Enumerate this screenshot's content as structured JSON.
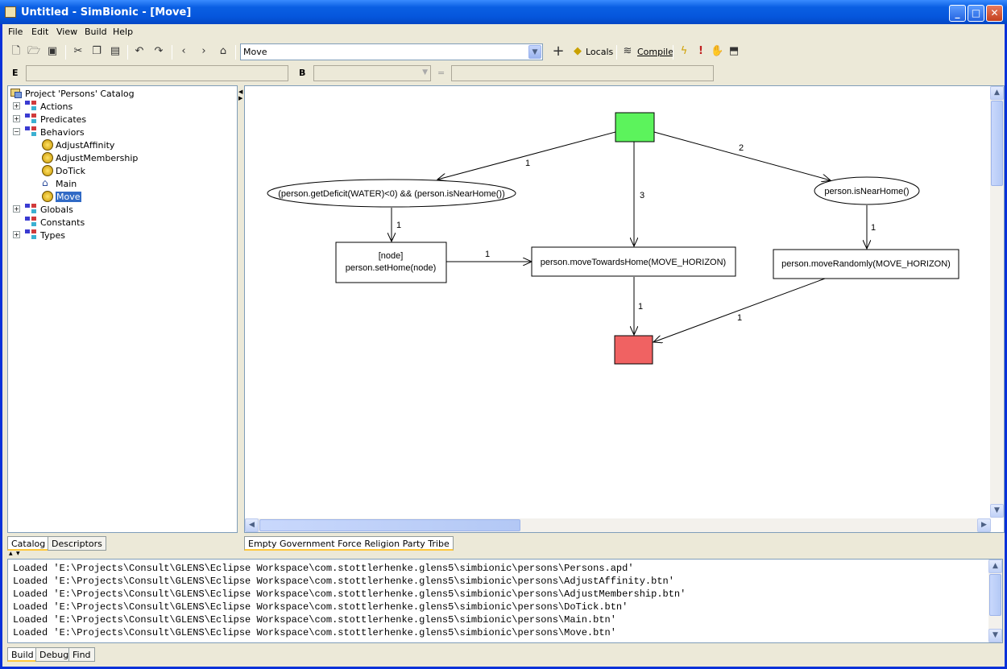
{
  "window": {
    "title": "Untitled - SimBionic - [Move]"
  },
  "menu": [
    "File",
    "Edit",
    "View",
    "Build",
    "Help"
  ],
  "toolbar": {
    "behavior_select": "Move",
    "locals_label": "Locals",
    "compile_label": "Compile",
    "icons": [
      "new-icon",
      "open-icon",
      "save-icon",
      "cut-icon",
      "copy-icon",
      "paste-icon",
      "undo-icon",
      "redo-icon",
      "back-icon",
      "forward-icon",
      "home-icon",
      "add-icon",
      "locals-icon",
      "compile-icon",
      "lightning-icon",
      "exclamation-icon",
      "hand-icon",
      "canvas-icon"
    ]
  },
  "exprbar": {
    "e_label": "E",
    "b_label": "B",
    "eq_label": "="
  },
  "catalog": {
    "root": "Project 'Persons' Catalog",
    "items": [
      {
        "label": "Actions",
        "expander": "+"
      },
      {
        "label": "Predicates",
        "expander": "+"
      },
      {
        "label": "Behaviors",
        "expander": "−"
      },
      {
        "label": "AdjustAffinity"
      },
      {
        "label": "AdjustMembership"
      },
      {
        "label": "DoTick"
      },
      {
        "label": "Main"
      },
      {
        "label": "Move",
        "selected": true
      },
      {
        "label": "Globals",
        "expander": "+"
      },
      {
        "label": "Constants"
      },
      {
        "label": "Types",
        "expander": "+"
      }
    ]
  },
  "left_tabs": [
    "Catalog",
    "Descriptors"
  ],
  "graph": {
    "nodes": {
      "cond1": "(person.getDeficit(WATER)<0) && (person.isNearHome())",
      "cond2": "person.isNearHome()",
      "action1_line1": "[node]",
      "action1_line2": "person.setHome(node)",
      "action2": "person.moveTowardsHome(MOVE_HORIZON)",
      "action3": "person.moveRandomly(MOVE_HORIZON)"
    },
    "edge_labels": {
      "start_cond1": "1",
      "start_cond2": "2",
      "start_action2": "3",
      "cond1_action1": "1",
      "action1_action2": "1",
      "cond2_action3": "1",
      "action2_end": "1",
      "action3_end": "1"
    },
    "colors": {
      "start": "#5cf35c",
      "end": "#f06262"
    }
  },
  "canvas_tab": "Empty Government Force Religion Party Tribe",
  "log": [
    "Loaded 'E:\\Projects\\Consult\\GLENS\\Eclipse Workspace\\com.stottlerhenke.glens5\\simbionic\\persons\\Persons.apd'",
    "Loaded 'E:\\Projects\\Consult\\GLENS\\Eclipse Workspace\\com.stottlerhenke.glens5\\simbionic\\persons\\AdjustAffinity.btn'",
    "Loaded 'E:\\Projects\\Consult\\GLENS\\Eclipse Workspace\\com.stottlerhenke.glens5\\simbionic\\persons\\AdjustMembership.btn'",
    "Loaded 'E:\\Projects\\Consult\\GLENS\\Eclipse Workspace\\com.stottlerhenke.glens5\\simbionic\\persons\\DoTick.btn'",
    "Loaded 'E:\\Projects\\Consult\\GLENS\\Eclipse Workspace\\com.stottlerhenke.glens5\\simbionic\\persons\\Main.btn'",
    "Loaded 'E:\\Projects\\Consult\\GLENS\\Eclipse Workspace\\com.stottlerhenke.glens5\\simbionic\\persons\\Move.btn'"
  ],
  "bottom_tabs": [
    "Build",
    "Debug",
    "Find"
  ]
}
